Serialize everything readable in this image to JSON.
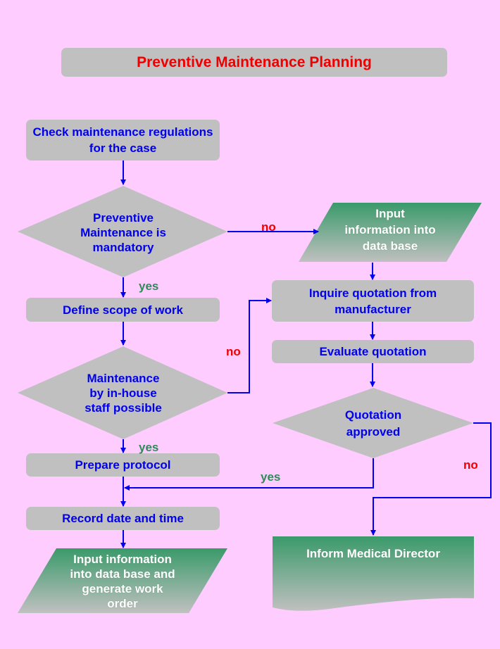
{
  "title": "Preventive Maintenance Planning",
  "colors": {
    "background": "#ffccff",
    "shape_fill": "#c0c0c0",
    "step_text": "#0000ee",
    "title_text": "#ee0000",
    "no_label": "#ee0000",
    "yes_label": "#2e8b57",
    "io_gradient_top": "#3a9a6a",
    "connector": "#0000ee"
  },
  "nodes": {
    "check_regulations": "Check maintenance regulations for the case",
    "pm_mandatory": [
      "Preventive",
      "Maintenance is",
      "mandatory"
    ],
    "define_scope": "Define scope of work",
    "inhouse_possible": [
      "Maintenance",
      "by in-house",
      "staff possible"
    ],
    "prepare_protocol": "Prepare protocol",
    "record_datetime": "Record date and time",
    "input_generate_order": [
      "Input information",
      "into data base and",
      "generate work",
      "order"
    ],
    "input_db": [
      "Input",
      "information into",
      "data base"
    ],
    "inquire_quotation": [
      "Inquire quotation from",
      "manufacturer"
    ],
    "evaluate_quotation": "Evaluate quotation",
    "quotation_approved": [
      "Quotation",
      "approved"
    ],
    "inform_director": "Inform Medical Director"
  },
  "labels": {
    "no1": "no",
    "yes1": "yes",
    "no2": "no",
    "yes2": "yes",
    "yes3": "yes",
    "no3": "no"
  }
}
